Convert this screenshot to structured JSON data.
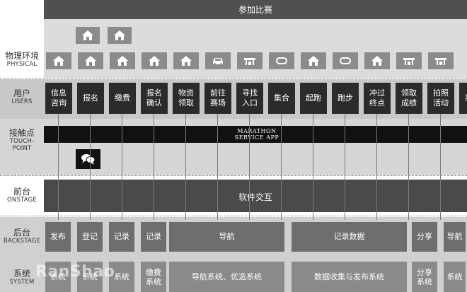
{
  "header": {
    "title": "参加比赛"
  },
  "lanes": {
    "physical": {
      "zh": "物理环境",
      "en": "PHYSICAL"
    },
    "users": {
      "zh": "用户",
      "en": "USERS"
    },
    "touchpoint": {
      "zh": "接触点",
      "en_1": "TOUCH-",
      "en_2": "POINT"
    },
    "onstage": {
      "zh": "前台",
      "en": "ONSTAGE"
    },
    "backstage": {
      "zh": "后台",
      "en": "BACKSTAGE"
    },
    "system": {
      "zh": "系统",
      "en": "SYSTEM"
    }
  },
  "physical_icons": [
    "house-icon",
    "house-icon",
    "house-icon",
    "house-icon",
    "house-icon",
    "car-icon",
    "shelter-icon",
    "track-icon",
    "house-icon",
    "track-icon",
    "house-icon",
    "shelter-icon",
    "shelter-icon"
  ],
  "users": [
    "信息\n咨询",
    "报名",
    "缴费",
    "报名\n确认",
    "物资\n领取",
    "前往\n赛场",
    "寻找\n入口",
    "集合",
    "起跑",
    "跑步",
    "冲过\n终点",
    "领取\n成绩",
    "拍照\n活动",
    "离开"
  ],
  "touchpoint_app": {
    "line1": "MARATHON",
    "line2": "SERVICE APP"
  },
  "onstage": {
    "label": "软件交互"
  },
  "backstage": [
    "发布",
    "登记",
    "记录",
    "记录",
    "导航",
    "记录数据",
    "分享",
    "导航"
  ],
  "system": [
    "系统",
    "系统",
    "系统",
    "缴费\n系统",
    "导航系统、优选系统",
    "数据收集与发布系统",
    "分享\n系统",
    "系统"
  ],
  "watermark": "RanShao"
}
